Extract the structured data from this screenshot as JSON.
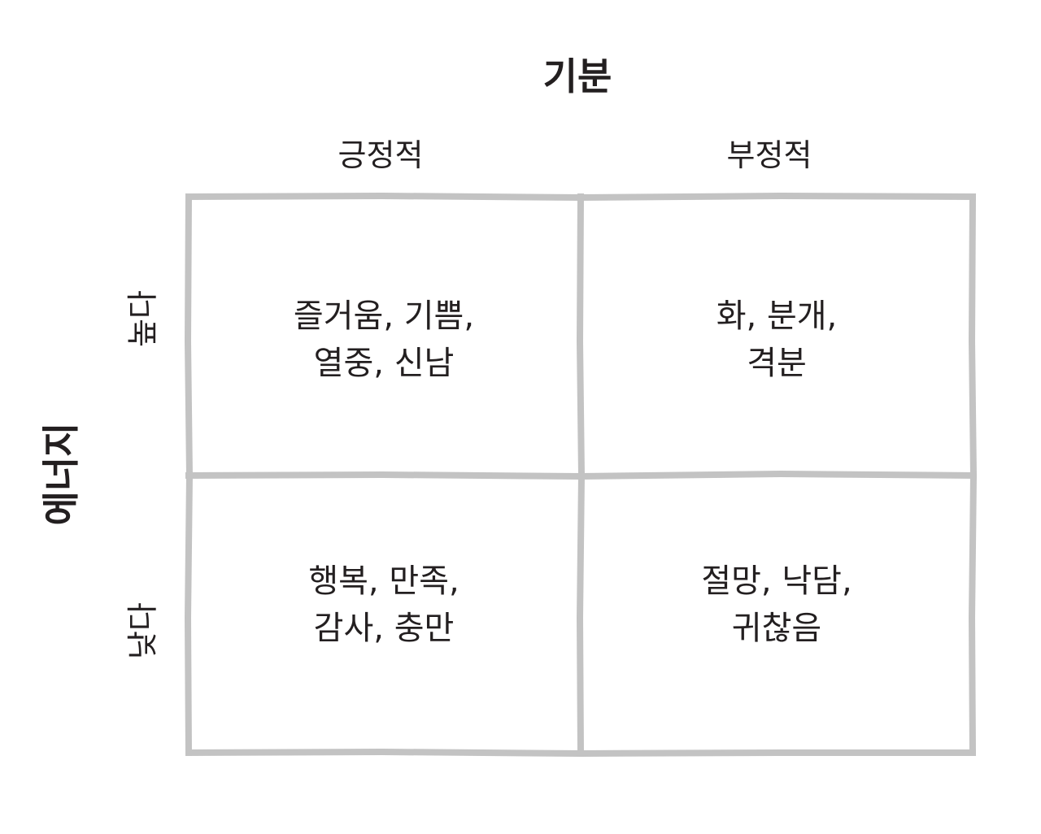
{
  "diagram": {
    "top_title": "기분",
    "columns": [
      "긍정적",
      "부정적"
    ],
    "side_title": "에너지",
    "rows": [
      "높다",
      "낮다"
    ],
    "cells": [
      {
        "row": "높다",
        "column": "긍정적",
        "lines": [
          "즐거움, 기쁨,",
          "열중, 신남"
        ]
      },
      {
        "row": "높다",
        "column": "부정적",
        "lines": [
          "화, 분개,",
          "격분"
        ]
      },
      {
        "row": "낮다",
        "column": "긍정적",
        "lines": [
          "행복, 만족,",
          "감사, 충만"
        ]
      },
      {
        "row": "낮다",
        "column": "부정적",
        "lines": [
          "절망, 낙담,",
          "귀찮음"
        ]
      }
    ],
    "colors": {
      "grid_line": "#c3c3c3",
      "text": "#231f20",
      "background": "#ffffff"
    }
  }
}
